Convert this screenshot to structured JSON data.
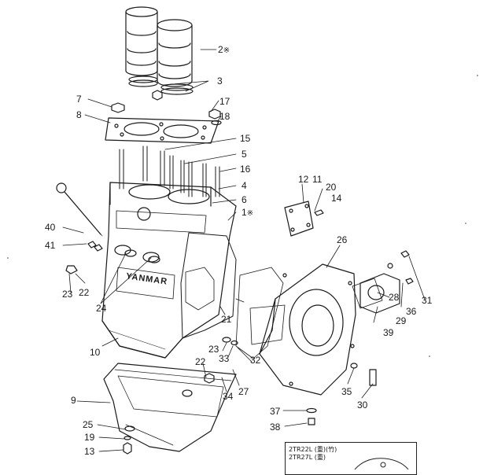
{
  "parts": [
    {
      "id": "p2",
      "label": "2",
      "mark": "※"
    },
    {
      "id": "p3",
      "label": "3"
    },
    {
      "id": "p7",
      "label": "7"
    },
    {
      "id": "p8",
      "label": "8"
    },
    {
      "id": "p17",
      "label": "17"
    },
    {
      "id": "p18",
      "label": "18"
    },
    {
      "id": "p15",
      "label": "15"
    },
    {
      "id": "p5",
      "label": "5"
    },
    {
      "id": "p16",
      "label": "16"
    },
    {
      "id": "p4",
      "label": "4"
    },
    {
      "id": "p6",
      "label": "6"
    },
    {
      "id": "p1",
      "label": "1",
      "mark": "※"
    },
    {
      "id": "p12",
      "label": "12"
    },
    {
      "id": "p11",
      "label": "11"
    },
    {
      "id": "p20",
      "label": "20"
    },
    {
      "id": "p14",
      "label": "14"
    },
    {
      "id": "p40",
      "label": "40"
    },
    {
      "id": "p41",
      "label": "41"
    },
    {
      "id": "p26",
      "label": "26"
    },
    {
      "id": "p23a",
      "label": "23"
    },
    {
      "id": "p22a",
      "label": "22"
    },
    {
      "id": "p24",
      "label": "24"
    },
    {
      "id": "p21",
      "label": "21"
    },
    {
      "id": "p28",
      "label": "28"
    },
    {
      "id": "p29",
      "label": "29"
    },
    {
      "id": "p36",
      "label": "36"
    },
    {
      "id": "p31",
      "label": "31"
    },
    {
      "id": "p39",
      "label": "39"
    },
    {
      "id": "p10",
      "label": "10"
    },
    {
      "id": "p23b",
      "label": "23"
    },
    {
      "id": "p33",
      "label": "33"
    },
    {
      "id": "p32",
      "label": "32"
    },
    {
      "id": "p22b",
      "label": "22"
    },
    {
      "id": "p27",
      "label": "27"
    },
    {
      "id": "p34",
      "label": "34"
    },
    {
      "id": "p35",
      "label": "35"
    },
    {
      "id": "p30",
      "label": "30"
    },
    {
      "id": "p9",
      "label": "9"
    },
    {
      "id": "p37",
      "label": "37"
    },
    {
      "id": "p38",
      "label": "38"
    },
    {
      "id": "p25",
      "label": "25"
    },
    {
      "id": "p19",
      "label": "19"
    },
    {
      "id": "p13",
      "label": "13"
    }
  ],
  "engraving": "YANMAR",
  "callout_box": {
    "line1": "2TR22L (重)(竹)",
    "line2": "2TR27L (重)"
  }
}
